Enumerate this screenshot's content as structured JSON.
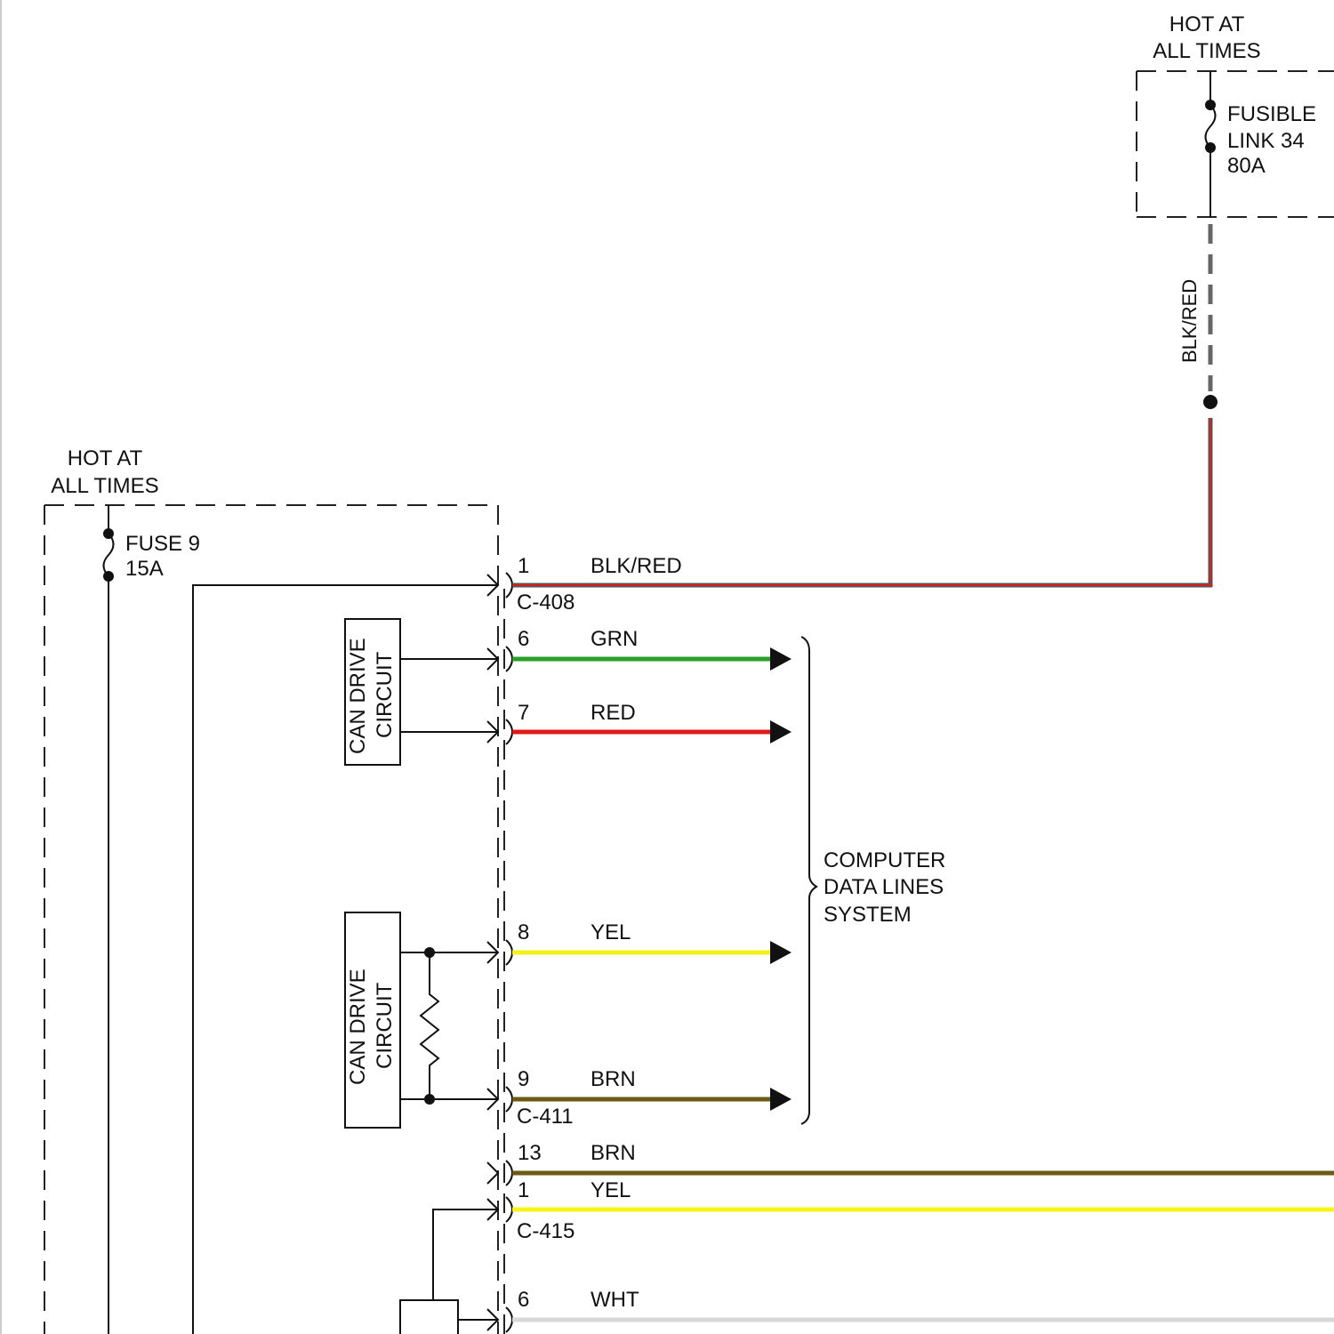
{
  "power_sources": {
    "upper": {
      "label_line1": "HOT AT",
      "label_line2": "ALL TIMES"
    },
    "lower": {
      "label_line1": "HOT AT",
      "label_line2": "ALL TIMES"
    }
  },
  "fusible_link": {
    "line1": "FUSIBLE",
    "line2": "LINK 34",
    "line3": "80A"
  },
  "fuse": {
    "line1": "FUSE 9",
    "line2": "15A"
  },
  "vertical_wire_label": "BLK/RED",
  "can_modules": [
    {
      "line1": "CAN DRIVE",
      "line2": "CIRCUIT"
    },
    {
      "line1": "CAN DRIVE",
      "line2": "CIRCUIT"
    }
  ],
  "connectors": [
    "C-408",
    "C-411",
    "C-415"
  ],
  "wires": [
    {
      "pin": "1",
      "color_label": "BLK/RED",
      "color": "#555555",
      "stripe": "#d62020",
      "connector": "C-408"
    },
    {
      "pin": "6",
      "color_label": "GRN",
      "color": "#2aa02a",
      "connector": "C-411"
    },
    {
      "pin": "7",
      "color_label": "RED",
      "color": "#e01818",
      "connector": "C-411"
    },
    {
      "pin": "8",
      "color_label": "YEL",
      "color": "#f2f21a",
      "connector": "C-411"
    },
    {
      "pin": "9",
      "color_label": "BRN",
      "color": "#6b5a12",
      "connector": "C-411"
    },
    {
      "pin": "13",
      "color_label": "BRN",
      "color": "#6b5a12",
      "connector": "C-415"
    },
    {
      "pin": "1",
      "color_label": "YEL",
      "color": "#f5f51a",
      "connector": "C-415"
    },
    {
      "pin": "6",
      "color_label": "WHT",
      "color": "#d8d8d8",
      "connector": "C-415"
    }
  ],
  "system_label": {
    "line1": "COMPUTER",
    "line2": "DATA LINES",
    "line3": "SYSTEM"
  }
}
